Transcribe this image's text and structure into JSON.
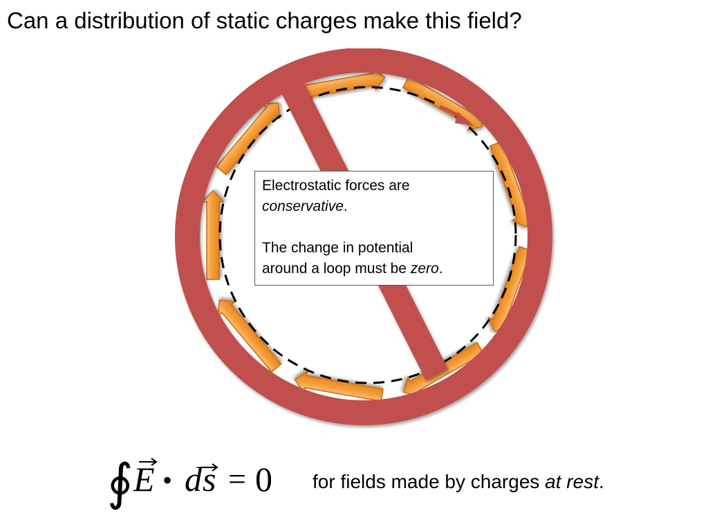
{
  "slide": {
    "title": "Can a distribution of static charges make this field?",
    "note": {
      "line1": "Electrostatic forces are",
      "line2_emphasis": "conservative",
      "line2_tail": ".",
      "line3": "The change in potential",
      "line4_lead": "around a loop must be ",
      "line4_emphasis": "zero",
      "line4_tail": "."
    },
    "equation": {
      "integral": "∮",
      "vector_e": "E",
      "dot": "•",
      "d": "d",
      "vector_s": "s",
      "equals": "=",
      "zero": "0"
    },
    "caption": {
      "lead": "for fields made by charges ",
      "emphasis": "at rest",
      "tail": "."
    },
    "colors": {
      "prohibition": "#c0504d",
      "arrow_fill": "#f4922a",
      "arrow_edge": "#c76a10",
      "loop": "#000000"
    },
    "icons": [
      "prohibition-sign-icon",
      "field-arrow-icon",
      "loop-direction-arrow-icon"
    ]
  }
}
